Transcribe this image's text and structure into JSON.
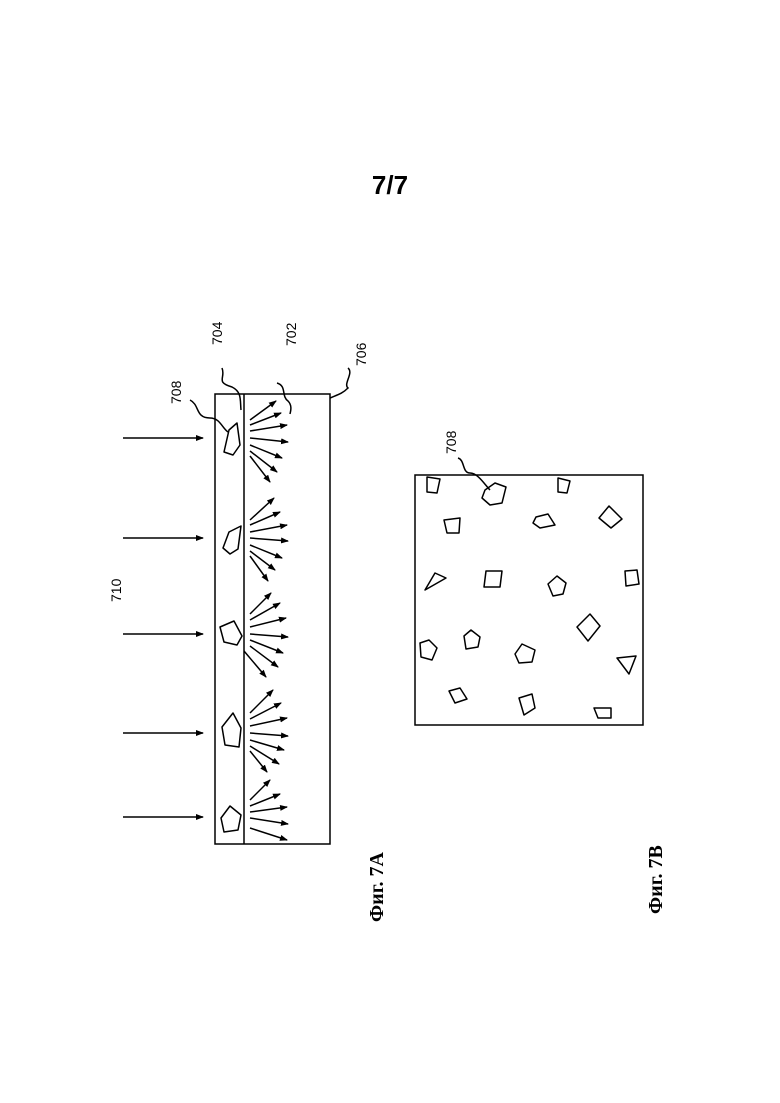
{
  "page": {
    "number": "7/7"
  },
  "fig7a": {
    "caption": "Фиг. 7A",
    "labels": {
      "l702": "702",
      "l704": "704",
      "l706": "706",
      "l708": "708",
      "l710": "710"
    }
  },
  "fig7b": {
    "caption": "Фиг. 7B",
    "labels": {
      "l708": "708"
    }
  }
}
